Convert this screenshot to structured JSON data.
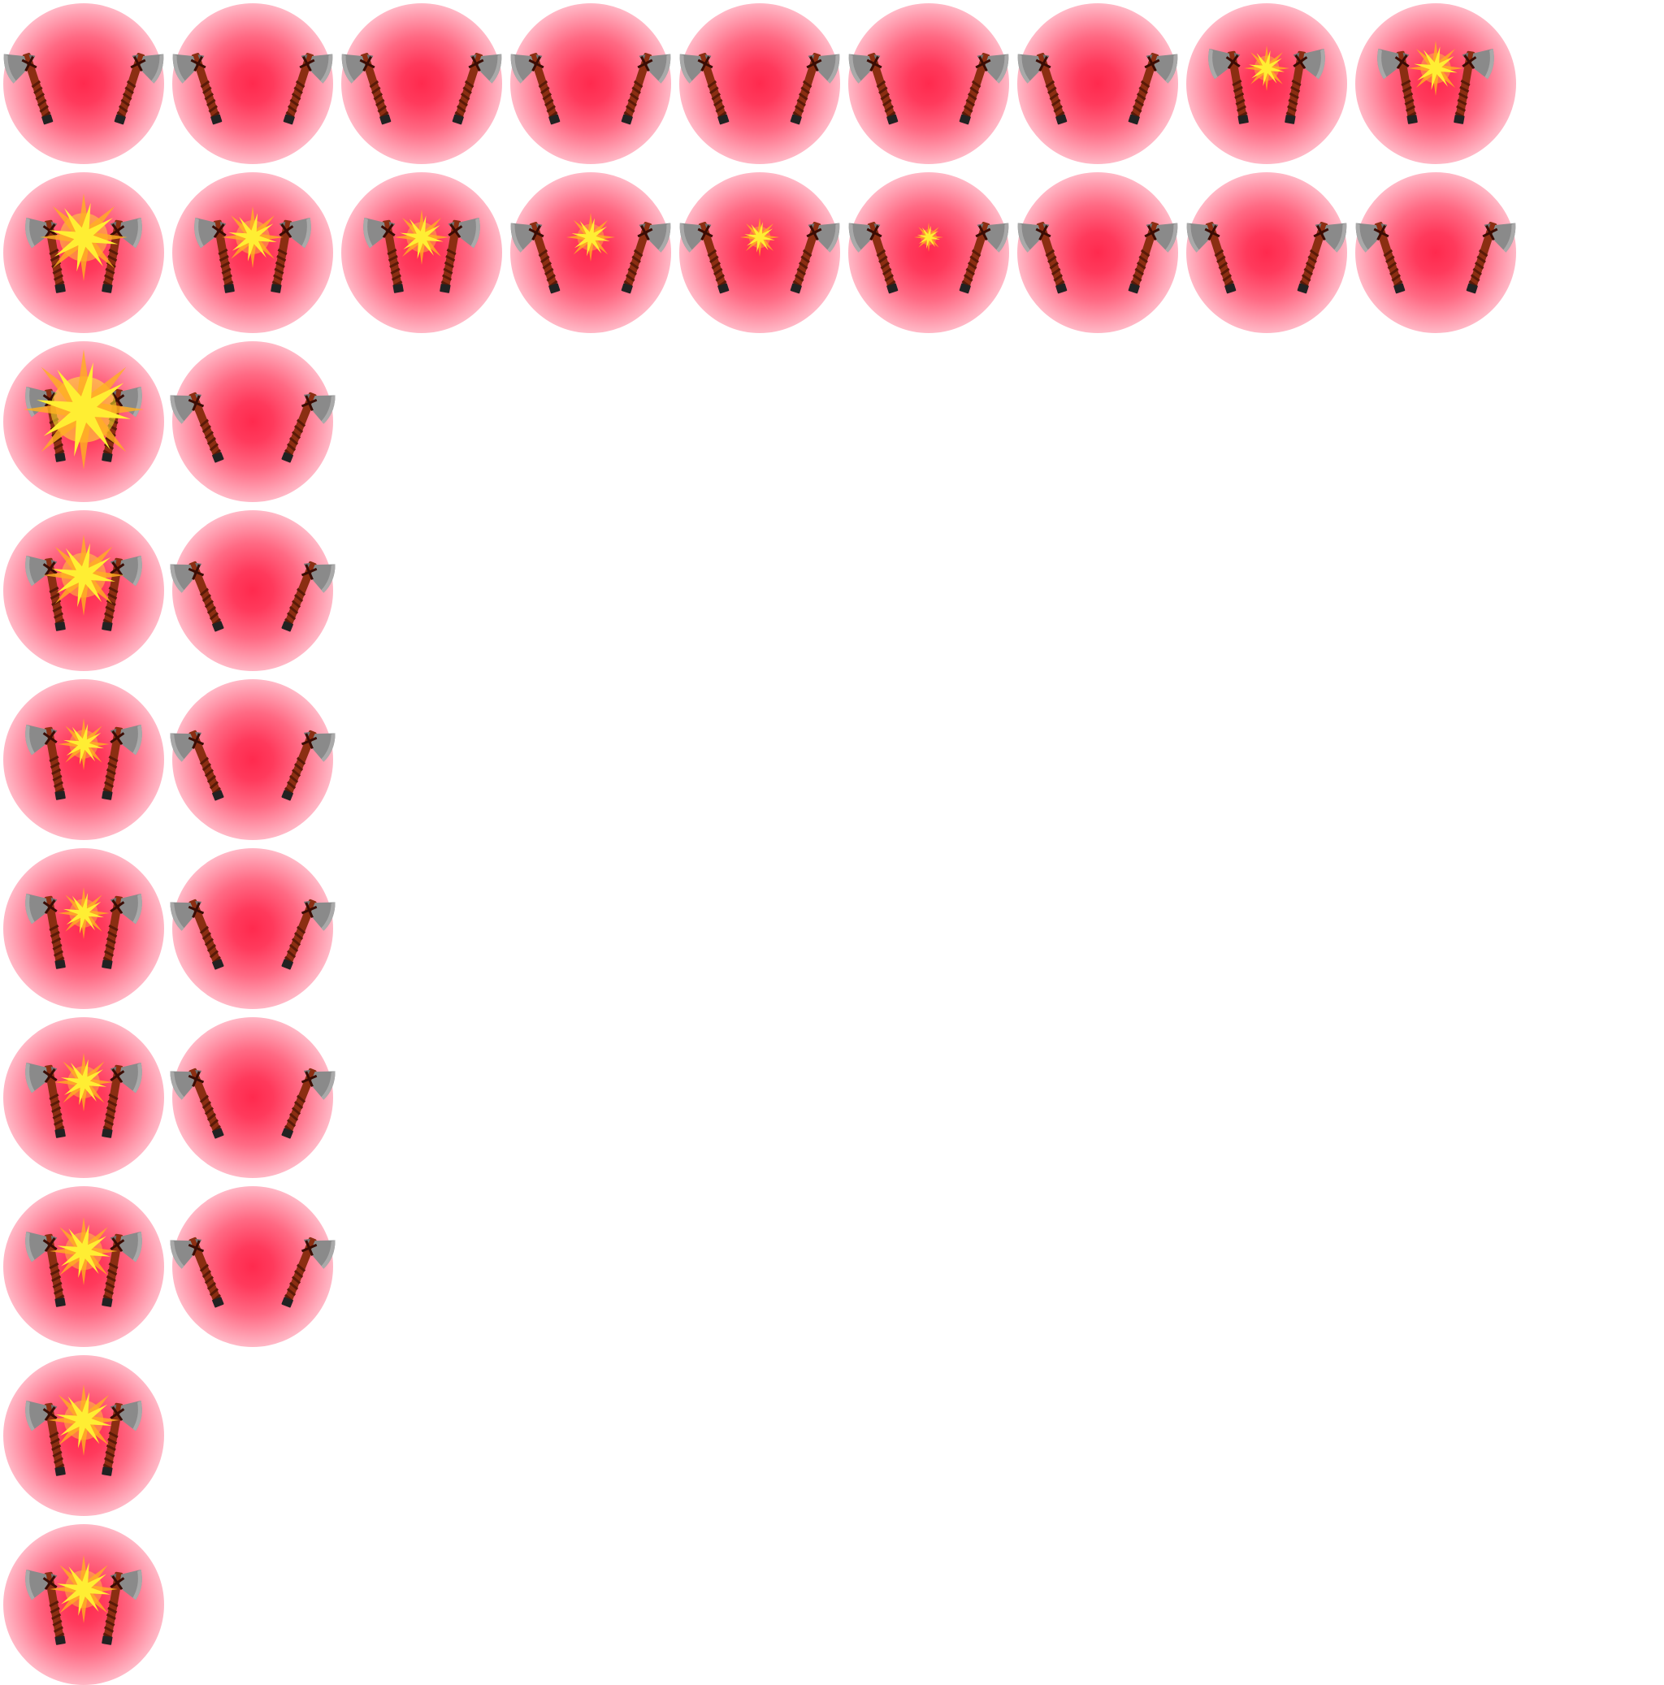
{
  "sprite_sheet": {
    "background_color": "#ffffff",
    "glow_color": "#ff2a4e",
    "spark_color": "#ffee33",
    "blade_color": "#8a8a8a",
    "handle_color": "#8b2e12",
    "grip_color": "#222222",
    "icon": "twin-axes-icon",
    "rows": [
      {
        "row": 0,
        "frames": [
          {
            "pose": "spread",
            "spark": 0
          },
          {
            "pose": "spread",
            "spark": 0
          },
          {
            "pose": "spread",
            "spark": 0
          },
          {
            "pose": "spread",
            "spark": 0
          },
          {
            "pose": "spread",
            "spark": 0
          },
          {
            "pose": "spread",
            "spark": 0
          },
          {
            "pose": "spread",
            "spark": 0
          },
          {
            "pose": "close",
            "spark": 0.35
          },
          {
            "pose": "close",
            "spark": 0.5
          }
        ]
      },
      {
        "row": 1,
        "frames": [
          {
            "pose": "close",
            "spark": 1
          },
          {
            "pose": "close",
            "spark": 0.6
          },
          {
            "pose": "close",
            "spark": 0.5
          },
          {
            "pose": "spread",
            "spark": 0.4
          },
          {
            "pose": "spread",
            "spark": 0.25
          },
          {
            "pose": "spread",
            "spark": 0.1
          },
          {
            "pose": "spread",
            "spark": 0
          },
          {
            "pose": "spread",
            "spark": 0
          },
          {
            "pose": "spread",
            "spark": 0
          }
        ]
      },
      {
        "row": 2,
        "frames": [
          {
            "pose": "close",
            "spark": 1.5
          },
          {
            "pose": "wide",
            "spark": 0
          }
        ]
      },
      {
        "row": 3,
        "frames": [
          {
            "pose": "close",
            "spark": 0.9
          },
          {
            "pose": "wide",
            "spark": 0
          }
        ]
      },
      {
        "row": 4,
        "frames": [
          {
            "pose": "close",
            "spark": 0.45
          },
          {
            "pose": "wide",
            "spark": 0
          }
        ]
      },
      {
        "row": 5,
        "frames": [
          {
            "pose": "close",
            "spark": 0.45
          },
          {
            "pose": "wide",
            "spark": 0
          }
        ]
      },
      {
        "row": 6,
        "frames": [
          {
            "pose": "close",
            "spark": 0.55
          },
          {
            "pose": "wide",
            "spark": 0
          }
        ]
      },
      {
        "row": 7,
        "frames": [
          {
            "pose": "close",
            "spark": 0.7
          },
          {
            "pose": "wide",
            "spark": 0
          }
        ]
      },
      {
        "row": 8,
        "frames": [
          {
            "pose": "close",
            "spark": 0.75
          }
        ]
      },
      {
        "row": 9,
        "frames": [
          {
            "pose": "close",
            "spark": 0.7
          }
        ]
      }
    ]
  }
}
